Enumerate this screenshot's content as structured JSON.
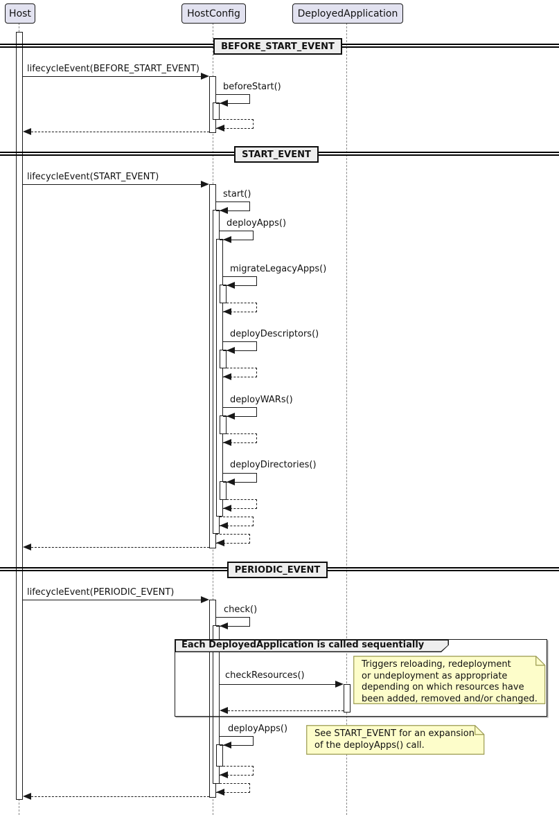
{
  "diagram_type": "uml-sequence-diagram",
  "participants": [
    {
      "name": "Host"
    },
    {
      "name": "HostConfig"
    },
    {
      "name": "DeployedApplication"
    }
  ],
  "dividers": [
    {
      "label": "BEFORE_START_EVENT"
    },
    {
      "label": "START_EVENT"
    },
    {
      "label": "PERIODIC_EVENT"
    }
  ],
  "messages": {
    "lifecycle_before_start": "lifecycleEvent(BEFORE_START_EVENT)",
    "before_start": "beforeStart()",
    "lifecycle_start": "lifecycleEvent(START_EVENT)",
    "start": "start()",
    "deploy_apps": "deployApps()",
    "migrate_legacy_apps": "migrateLegacyApps()",
    "deploy_descriptors": "deployDescriptors()",
    "deploy_wars": "deployWARs()",
    "deploy_directories": "deployDirectories()",
    "lifecycle_periodic": "lifecycleEvent(PERIODIC_EVENT)",
    "check": "check()",
    "check_resources": "checkResources()",
    "deploy_apps_periodic": "deployApps()"
  },
  "frame": {
    "title": "Each DeployedApplication is called sequentially"
  },
  "notes": {
    "check_resources_note": "Triggers reloading, redeployment\nor undeployment as appropriate\ndepending on which resources have\nbeen added, removed and/or changed.",
    "deploy_apps_note": "See START_EVENT for an expansion\nof the deployApps() call."
  },
  "colors": {
    "participant_fill": "#E2E2F0",
    "participant_border": "#181818",
    "divider_fill": "#EEEEEE",
    "note_fill": "#FDFDCA",
    "note_border": "#99994f",
    "line": "#181818",
    "lifeline": "#8a8a8a",
    "background": "#ffffff"
  }
}
